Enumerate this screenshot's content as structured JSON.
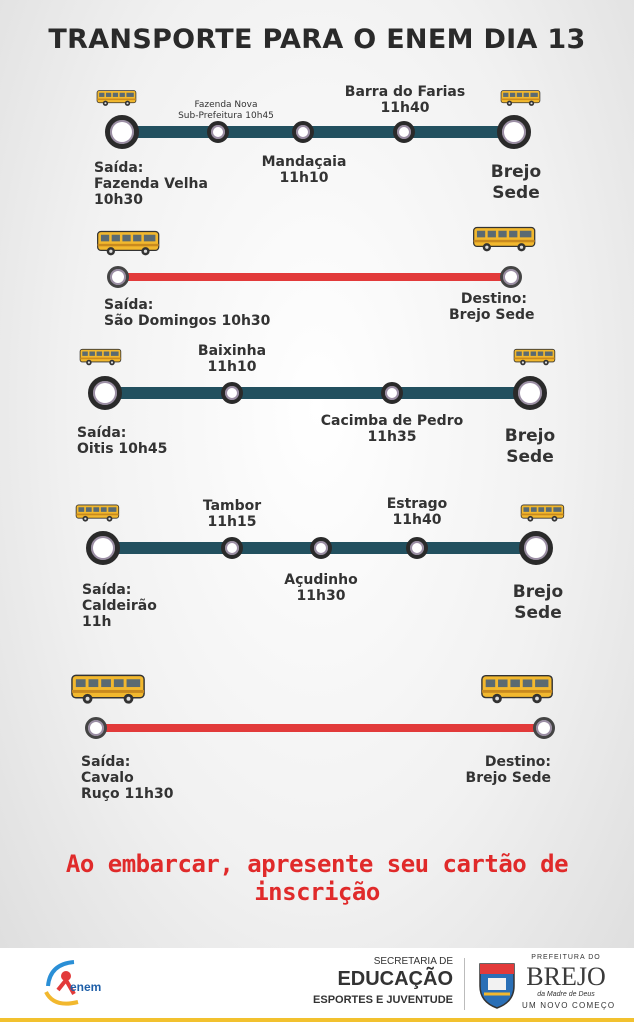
{
  "title": "TRANSPORTE PARA O ENEM DIA 13",
  "routes": [
    {
      "start": "Saída:\nFazenda Velha\n10h30",
      "stops": [
        "Fazenda Nova\nSub-Prefeitura 10h45",
        "Mandaçaia\n11h10",
        "Barra do Farias\n11h40"
      ],
      "end": "Brejo\nSede"
    },
    {
      "start": "Saída:\nSão Domingos 10h30",
      "end": "Destino:\nBrejo Sede"
    },
    {
      "start": "Saída:\nOitis 10h45",
      "stops": [
        "Baixinha\n11h10",
        "Cacimba de Pedro\n11h35"
      ],
      "end": "Brejo\nSede"
    },
    {
      "start": "Saída:\nCaldeirão\n11h",
      "stops": [
        "Tambor\n11h15",
        "Açudinho\n11h30",
        "Estrago\n11h40"
      ],
      "end": "Brejo\nSede"
    },
    {
      "start": "Saída:\nCavalo\nRuço 11h30",
      "end": "Destino:\nBrejo Sede"
    }
  ],
  "notice": "Ao embarcar, apresente seu cartão de inscrição",
  "footer": {
    "enem_logo": "enem",
    "secretaria_line1": "SECRETARIA DE",
    "secretaria_line2": "EDUCAÇÃO",
    "secretaria_line3": "ESPORTES E JUVENTUDE",
    "prefeitura_top": "PREFEITURA DO",
    "prefeitura_name": "BREJO",
    "prefeitura_sub": "da Madre de Deus",
    "prefeitura_slogan": "UM NOVO COMEÇO"
  },
  "colors": {
    "route_blue": "#22505f",
    "route_red": "#e23a3a",
    "notice_red": "#e02a2a",
    "bus_yellow": "#f2b82e"
  },
  "icons": [
    "bus-icon",
    "enem-logo",
    "brejo-coat-of-arms"
  ]
}
